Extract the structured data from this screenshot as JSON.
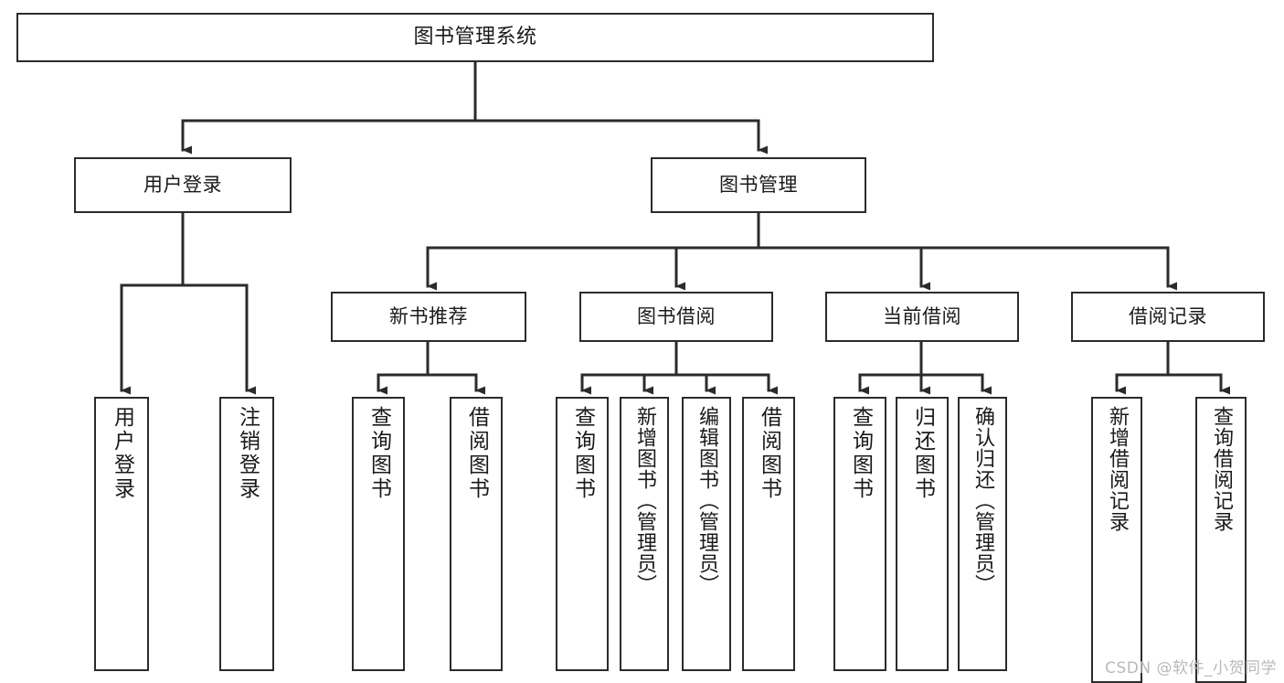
{
  "diagram": {
    "title": "图书管理系统",
    "type": "tree-hierarchy",
    "background_color": "#ffffff",
    "line_color": "#2b2b2b",
    "box_fill": "#ffffff",
    "text_color": "#1a1a1a"
  },
  "watermark": {
    "text": "CSDN @软件_小贺同学",
    "color": "#b9b9b9"
  },
  "nodes": {
    "root": {
      "label": "图书管理系统"
    },
    "level1": [
      {
        "id": "user-login",
        "label": "用户登录"
      },
      {
        "id": "book-manage",
        "label": "图书管理"
      }
    ],
    "level2": [
      {
        "id": "new-book-recommend",
        "label": "新书推荐"
      },
      {
        "id": "book-borrow",
        "label": "图书借阅"
      },
      {
        "id": "current-borrow",
        "label": "当前借阅"
      },
      {
        "id": "borrow-record",
        "label": "借阅记录"
      }
    ],
    "leaves": {
      "user-login": [
        {
          "id": "leaf-user-login",
          "label": "用户登录"
        },
        {
          "id": "leaf-logout-login",
          "label": "注销登录"
        }
      ],
      "new-book-recommend": [
        {
          "id": "leaf-query-book-1",
          "label": "查询图书"
        },
        {
          "id": "leaf-borrow-book-1",
          "label": "借阅图书"
        }
      ],
      "book-borrow": [
        {
          "id": "leaf-query-book-2",
          "label": "查询图书"
        },
        {
          "id": "leaf-add-book-admin",
          "label": "新增图书（管理员）"
        },
        {
          "id": "leaf-edit-book-admin",
          "label": "编辑图书（管理员）"
        },
        {
          "id": "leaf-borrow-book-2",
          "label": "借阅图书"
        }
      ],
      "current-borrow": [
        {
          "id": "leaf-query-book-3",
          "label": "查询图书"
        },
        {
          "id": "leaf-return-book",
          "label": "归还图书"
        },
        {
          "id": "leaf-confirm-return-admin",
          "label": "确认归还（管理员）"
        }
      ],
      "borrow-record": [
        {
          "id": "leaf-add-borrow-record",
          "label": "新增借阅记录"
        },
        {
          "id": "leaf-query-borrow-record",
          "label": "查询借阅记录"
        }
      ]
    }
  }
}
